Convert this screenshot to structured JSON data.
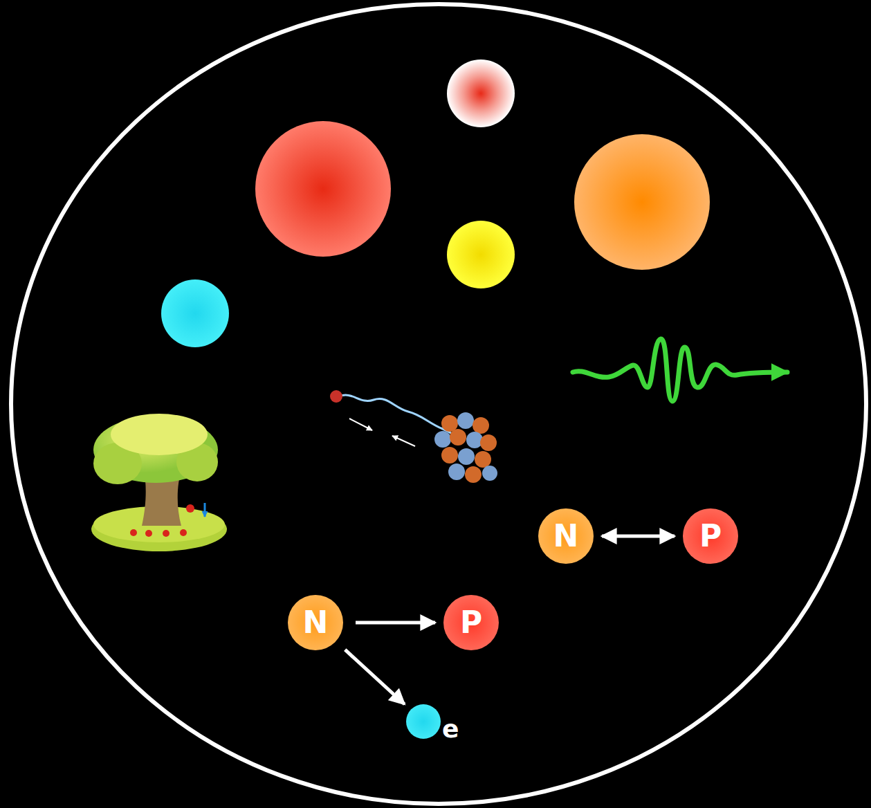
{
  "diagram": {
    "nodes": [
      {
        "text": [
          "N"
        ]
      },
      {
        "text": [
          "P"
        ]
      },
      {
        "text": [
          "N"
        ]
      },
      {
        "text": [
          "P"
        ]
      },
      {
        "text": [
          "e"
        ]
      }
    ],
    "edges": [
      {
        "from": 0,
        "to": 1,
        "arrow": "both"
      },
      {
        "from": 2,
        "to": 3,
        "arrow": "to"
      },
      {
        "from": 2,
        "to": 4,
        "arrow": "to"
      }
    ]
  }
}
